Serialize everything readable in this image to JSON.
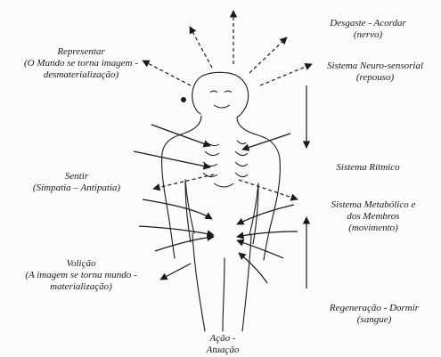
{
  "labels": {
    "desgaste": {
      "line1": "Desgaste - Acordar",
      "line2": "(nervo)"
    },
    "representar": {
      "line1": "Representar",
      "line2": "(O Mundo se torna imagem -",
      "line3": "desmaterialização)"
    },
    "neuro": {
      "line1": "Sistema Neuro-sensorial",
      "line2": "(repouso)"
    },
    "sentir": {
      "line1": "Sentir",
      "line2": "(Simpatia  –  Antipatia)"
    },
    "ritmico": {
      "line1": "Sistema Rítmico"
    },
    "metabolico": {
      "line1": "Sistema Metabólico e",
      "line2": "dos Membros",
      "line3": "(movimento)"
    },
    "volicao": {
      "line1": "Volição",
      "line2": "(A imagem se torna mundo -",
      "line3": "materialização)"
    },
    "regeneracao": {
      "line1": "Regeneração  -  Dormir",
      "line2": "(sangue)"
    },
    "acao": {
      "line1": "Ação -",
      "line2": "Atuação"
    }
  },
  "colors": {
    "ink": "#1a1a1a",
    "paper": "#fbfbfb"
  }
}
